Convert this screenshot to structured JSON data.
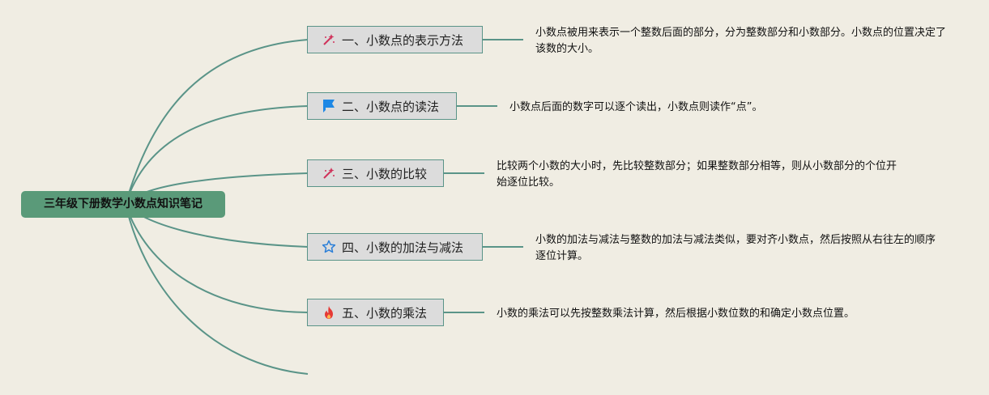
{
  "root": {
    "title": "三年级下册数学小数点知识笔记"
  },
  "branches": [
    {
      "title": "一、小数点的表示方法",
      "icon": "magic-wand-icon",
      "note": "小数点被用来表示一个整数后面的部分，分为整数部分和小数部分。小数点的位置决定了该数的大小。"
    },
    {
      "title": "二、小数点的读法",
      "icon": "blue-flag-icon",
      "note": "小数点后面的数字可以逐个读出，小数点则读作“点”。"
    },
    {
      "title": "三、小数的比较",
      "icon": "magic-wand-icon",
      "note": "比较两个小数的大小时，先比较整数部分；如果整数部分相等，则从小数部分的个位开始逐位比较。"
    },
    {
      "title": "四、小数的加法与减法",
      "icon": "star-outline-icon",
      "note": "小数的加法与减法与整数的加法与减法类似，要对齐小数点，然后按照从右往左的顺序逐位计算。"
    },
    {
      "title": "五、小数的乘法",
      "icon": "fire-icon",
      "note": "小数的乘法可以先按整数乘法计算，然后根据小数位数的和确定小数点位置。"
    }
  ],
  "colors": {
    "connector": "#5a9488",
    "root_fill": "#5a9a79",
    "node_fill": "#dcdcdc",
    "background": "#f0ede3"
  }
}
